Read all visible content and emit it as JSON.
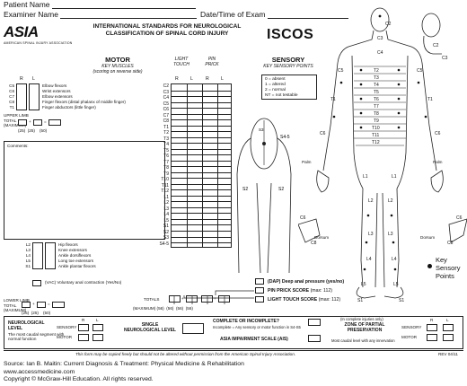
{
  "header": {
    "patient_name": "Patient Name",
    "examiner_name": "Examiner Name",
    "date_time": "Date/Time of Exam"
  },
  "logos": {
    "asia": "ASIA",
    "asia_sub": "AMERICAN SPINAL INJURY ASSOCIATION",
    "iscos": "ISCOS"
  },
  "title": {
    "line1": "INTERNATIONAL STANDARDS FOR NEUROLOGICAL",
    "line2": "CLASSIFICATION OF SPINAL CORD INJURY"
  },
  "motor": {
    "title": "MOTOR",
    "subtitle1": "KEY MUSCLES",
    "subtitle2": "(scoring on reverse side)",
    "upper_levels": [
      "C5",
      "C6",
      "C7",
      "C8",
      "T1"
    ],
    "upper_muscles": [
      "Elbow flexors",
      "Wrist extensors",
      "Elbow extensors",
      "Finger flexors (distal phalanx of middle finger)",
      "Finger abductors (little finger)"
    ],
    "upper_total_label": "UPPER LIMB TOTAL (MAXIMUM)",
    "upper_max": [
      "(25)",
      "(25)",
      "(50)"
    ],
    "lower_levels": [
      "L2",
      "L3",
      "L4",
      "L5",
      "S1"
    ],
    "lower_muscles": [
      "Hip flexors",
      "Knee extensors",
      "Ankle dorsiflexors",
      "Long toe extensors",
      "Ankle plantar flexors"
    ],
    "vac": "(VAC) Voluntary anal contraction (Yes/No)",
    "lower_total_label": "LOWER LIMB TOTAL (MAXIMUM)",
    "lower_max": [
      "(25)",
      "(25)",
      "(50)"
    ],
    "comments": "Comments:",
    "r": "R",
    "l": "L"
  },
  "grid": {
    "light_touch": "LIGHT TOUCH",
    "pin_prick": "PIN PRICK",
    "cols": [
      "R",
      "L",
      "R",
      "L"
    ],
    "levels": [
      "C2",
      "C3",
      "C4",
      "C5",
      "C6",
      "C7",
      "C8",
      "T1",
      "T2",
      "T3",
      "T4",
      "T5",
      "T6",
      "T7",
      "T8",
      "T9",
      "T10",
      "T11",
      "T12",
      "L1",
      "L2",
      "L3",
      "L4",
      "L5",
      "S1",
      "S2",
      "S3",
      "S4-5"
    ],
    "totals_label": "TOTALS",
    "maximum_label": "(MAXIMUM)",
    "maximums": [
      "(56)",
      "(56)",
      "(56)",
      "(56)"
    ]
  },
  "sensory": {
    "title": "SENSORY",
    "subtitle": "KEY SENSORY POINTS",
    "legend": [
      "0 = absent",
      "1 = altered",
      "2 = normal",
      "NT = not testable"
    ],
    "dap": "(DAP) Deep anal pressure (yes/no)",
    "pin_score": "PIN PRICK SCORE",
    "pin_max": "(max: 112)",
    "lt_score": "LIGHT TOUCH SCORE",
    "lt_max": "(max: 112)",
    "key_points": "Key Sensory Points",
    "palm": "Palm",
    "dorsum": "Dorsum"
  },
  "bottom": {
    "neuro_level": "NEUROLOGICAL LEVEL",
    "neuro_sub": "The most caudal segment with normal function",
    "sensory": "SENSORY",
    "motor": "MOTOR",
    "single_level": "SINGLE NEUROLOGICAL LEVEL",
    "complete_q": "COMPLETE OR INCOMPLETE?",
    "complete_sub": "Incomplete = Any sensory or motor function in S4-S5",
    "ais": "ASIA IMPAIRMENT SCALE (AIS)",
    "zpp_note": "(In complete injuries only)",
    "zpp": "ZONE OF PARTIAL PRESERVATION",
    "zpp_sub": "Most caudal level with any innervation",
    "notice": "This form may be copied freely but should not be altered without permission from the American Spinal Injury Association.",
    "rev": "REV 04/11"
  },
  "footer": {
    "line1": "Source: Ian B. Maitin: Current Diagnosis & Treatment: Physical Medicine & Rehabilitation",
    "line2": "www.accessmedicine.com",
    "line3": "Copyright © McGraw-Hill Education. All rights reserved."
  }
}
